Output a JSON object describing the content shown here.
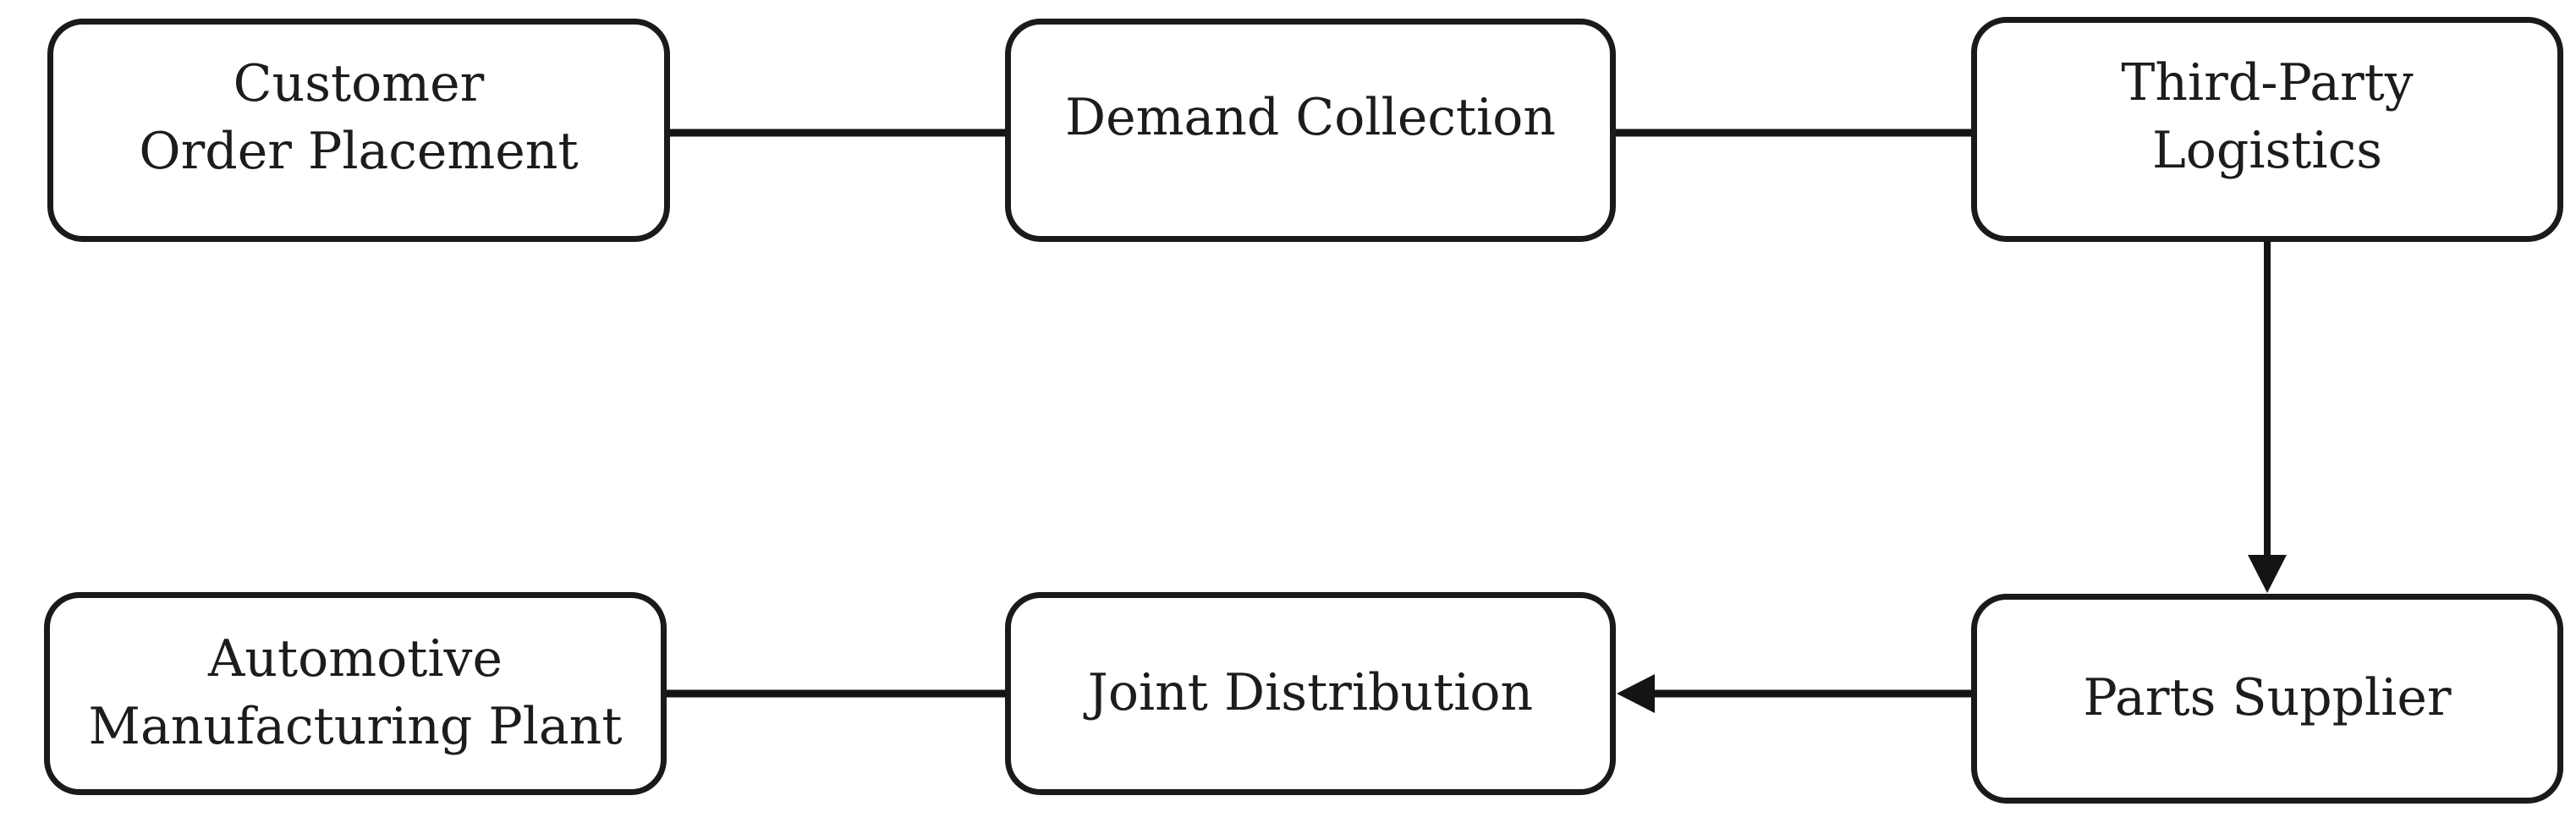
{
  "diagram": {
    "description": "Supply chain flow diagram with six process nodes",
    "colors": {
      "background": "#ffffff",
      "node_fill": "#ffffff",
      "stroke": "#1a1a1a",
      "text": "#1c1c1c"
    },
    "nodes": [
      {
        "id": "customer-order-placement",
        "label": "Customer\nOrder Placement"
      },
      {
        "id": "demand-collection",
        "label": "Demand Collection"
      },
      {
        "id": "third-party-logistics",
        "label": "Third-Party\nLogistics"
      },
      {
        "id": "automotive-manufacturing-plant",
        "label": "Automotive\nManufacturing Plant"
      },
      {
        "id": "joint-distribution",
        "label": "Joint Distribution"
      },
      {
        "id": "parts-supplier",
        "label": "Parts Supplier"
      }
    ],
    "edges": [
      {
        "from": "customer-order-placement",
        "to": "demand-collection",
        "arrow": "none"
      },
      {
        "from": "demand-collection",
        "to": "third-party-logistics",
        "arrow": "none"
      },
      {
        "from": "third-party-logistics",
        "to": "parts-supplier",
        "arrow": "to"
      },
      {
        "from": "parts-supplier",
        "to": "joint-distribution",
        "arrow": "to"
      },
      {
        "from": "joint-distribution",
        "to": "automotive-manufacturing-plant",
        "arrow": "none"
      }
    ]
  }
}
